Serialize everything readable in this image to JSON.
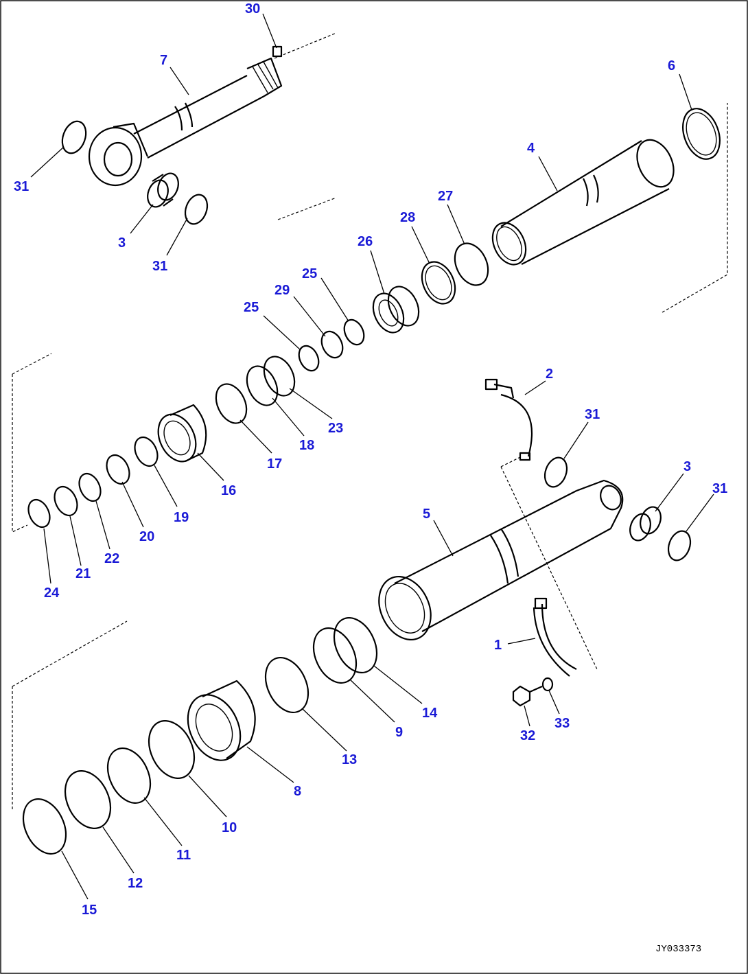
{
  "callouts": [
    {
      "label": "30"
    },
    {
      "label": "7"
    },
    {
      "label": "6"
    },
    {
      "label": "4"
    },
    {
      "label": "31"
    },
    {
      "label": "3"
    },
    {
      "label": "31"
    },
    {
      "label": "27"
    },
    {
      "label": "28"
    },
    {
      "label": "26"
    },
    {
      "label": "25"
    },
    {
      "label": "29"
    },
    {
      "label": "25"
    },
    {
      "label": "2"
    },
    {
      "label": "31"
    },
    {
      "label": "23"
    },
    {
      "label": "18"
    },
    {
      "label": "17"
    },
    {
      "label": "16"
    },
    {
      "label": "19"
    },
    {
      "label": "20"
    },
    {
      "label": "22"
    },
    {
      "label": "21"
    },
    {
      "label": "24"
    },
    {
      "label": "3"
    },
    {
      "label": "31"
    },
    {
      "label": "5"
    },
    {
      "label": "1"
    },
    {
      "label": "14"
    },
    {
      "label": "9"
    },
    {
      "label": "13"
    },
    {
      "label": "32"
    },
    {
      "label": "33"
    },
    {
      "label": "8"
    },
    {
      "label": "10"
    },
    {
      "label": "11"
    },
    {
      "label": "12"
    },
    {
      "label": "15"
    }
  ],
  "drawing_code": "JY033373"
}
